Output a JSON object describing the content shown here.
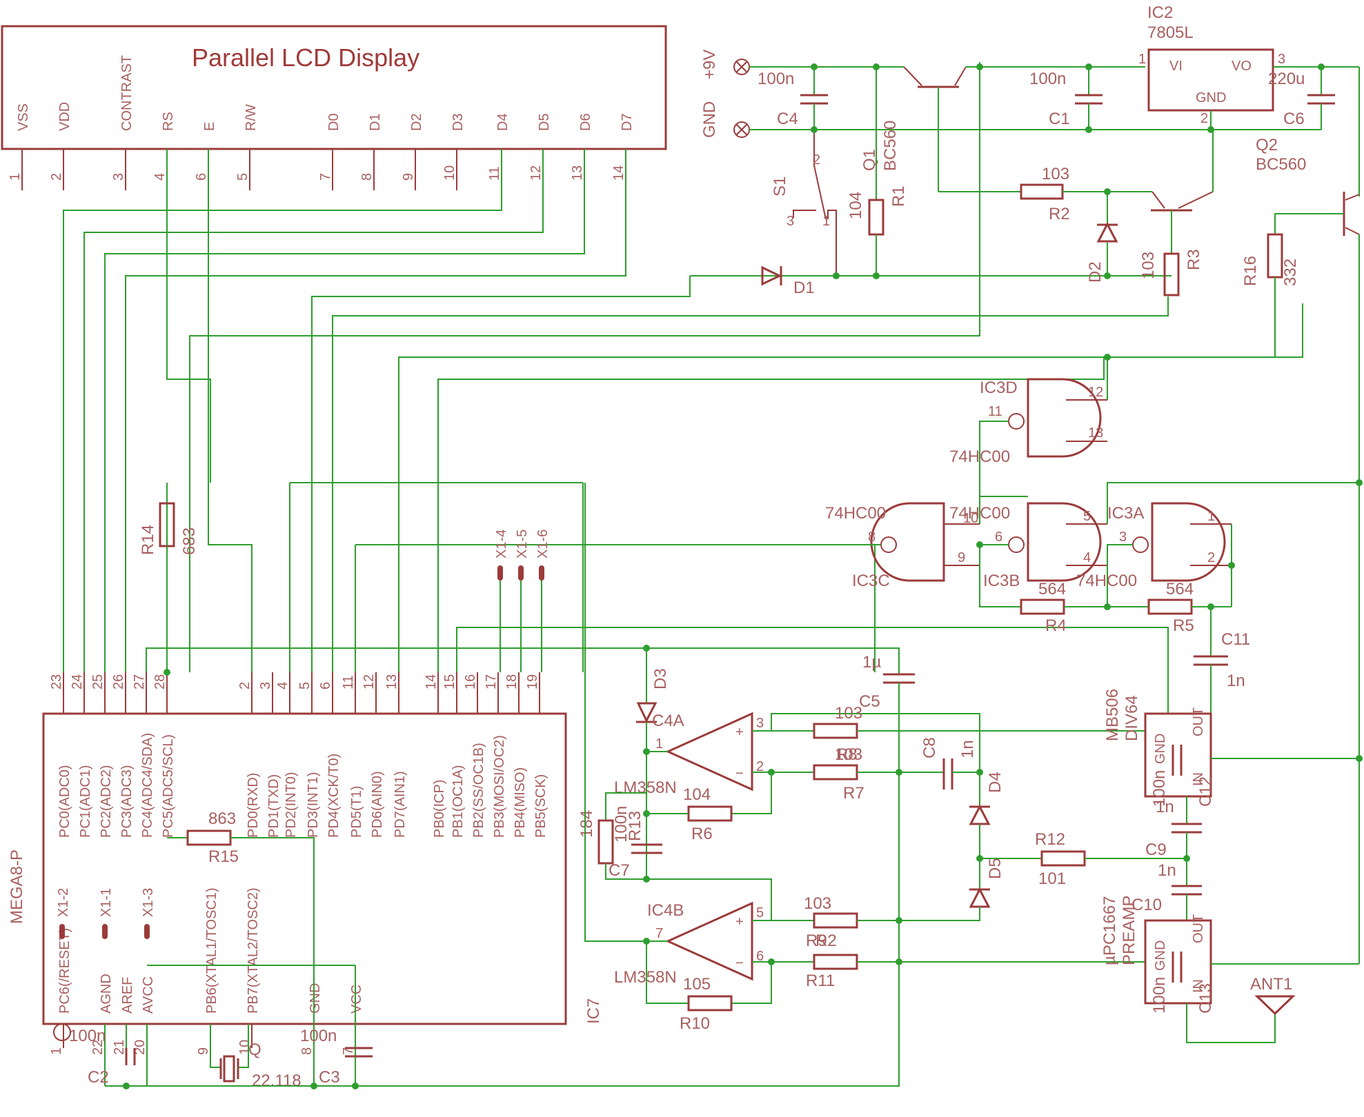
{
  "lcd": {
    "title": "Parallel LCD Display",
    "pins": [
      {
        "name": "VSS",
        "num": "1"
      },
      {
        "name": "VDD",
        "num": "2"
      },
      {
        "name": "CONTRAST",
        "num": "3"
      },
      {
        "name": "RS",
        "num": "4"
      },
      {
        "name": "E",
        "num": "6"
      },
      {
        "name": "R/W",
        "num": "5"
      },
      {
        "name": "D0",
        "num": "7"
      },
      {
        "name": "D1",
        "num": "8"
      },
      {
        "name": "D2",
        "num": "9"
      },
      {
        "name": "D3",
        "num": "10"
      },
      {
        "name": "D4",
        "num": "11"
      },
      {
        "name": "D5",
        "num": "12"
      },
      {
        "name": "D6",
        "num": "13"
      },
      {
        "name": "D7",
        "num": "14"
      }
    ]
  },
  "mcu": {
    "name": "MEGA8-P",
    "top_pins": [
      {
        "name": "PC0(ADC0)",
        "num": "23"
      },
      {
        "name": "PC1(ADC1)",
        "num": "24"
      },
      {
        "name": "PC2(ADC2)",
        "num": "25"
      },
      {
        "name": "PC3(ADC3)",
        "num": "26"
      },
      {
        "name": "PC4(ADC4/SDA)",
        "num": "27"
      },
      {
        "name": "PC5(ADC5/SCL)",
        "num": "28"
      },
      {
        "name": "PD0(RXD)",
        "num": "2"
      },
      {
        "name": "PD1(TXD)",
        "num": "3"
      },
      {
        "name": "PD2(INT0)",
        "num": "4"
      },
      {
        "name": "PD3(INT1)",
        "num": "5"
      },
      {
        "name": "PD4(XCK/T0)",
        "num": "6"
      },
      {
        "name": "PD5(T1)",
        "num": "11"
      },
      {
        "name": "PD6(AIN0)",
        "num": "12"
      },
      {
        "name": "PD7(AIN1)",
        "num": "13"
      },
      {
        "name": "PB0(ICP)",
        "num": "14"
      },
      {
        "name": "PB1(OC1A)",
        "num": "15"
      },
      {
        "name": "PB2(SS/OC1B)",
        "num": "16"
      },
      {
        "name": "PB3(MOSI/OC2)",
        "num": "17"
      },
      {
        "name": "PB4(MISO)",
        "num": "18"
      },
      {
        "name": "PB5(SCK)",
        "num": "19"
      }
    ],
    "bottom_pins": [
      {
        "name": "PC6(/RESET)",
        "num": "1"
      },
      {
        "name": "AGND",
        "num": "22"
      },
      {
        "name": "AREF",
        "num": "21"
      },
      {
        "name": "AVCC",
        "num": "20"
      },
      {
        "name": "PB6(XTAL1/TOSC1)",
        "num": "9"
      },
      {
        "name": "PB7(XTAL2/TOSC2)",
        "num": "10"
      },
      {
        "name": "GND",
        "num": "8"
      },
      {
        "name": "VCC",
        "num": "7"
      }
    ],
    "x1_top": [
      "X1-4",
      "X1-5",
      "X1-6"
    ],
    "x1_bottom": [
      "X1-2",
      "X1-1",
      "X1-3"
    ]
  },
  "power": {
    "in_pos": "+9V",
    "in_gnd": "GND",
    "c4": {
      "name": "C4",
      "value": "100n"
    },
    "c1": {
      "name": "C1",
      "value": "100n"
    },
    "c6": {
      "name": "C6",
      "value": "220u"
    },
    "ic2": {
      "name": "IC2",
      "part": "7805L",
      "vi": "VI",
      "vo": "VO",
      "gnd": "GND",
      "p1": "1",
      "p2": "2",
      "p3": "3"
    },
    "q1": {
      "name": "Q1",
      "part": "BC560"
    },
    "q2": {
      "name": "Q2",
      "part": "BC560"
    },
    "r1": {
      "name": "R1",
      "value": "104"
    },
    "r2": {
      "name": "R2",
      "value": "103"
    },
    "r3": {
      "name": "R3",
      "value": "103"
    },
    "r16": {
      "name": "R16",
      "value": "332"
    },
    "s1": {
      "name": "S1",
      "p2": "2",
      "p3": "3",
      "p1": "1"
    },
    "d1": "D1",
    "d2": "D2"
  },
  "logic": {
    "part": "74HC00",
    "ic3d": {
      "name": "IC3D",
      "p11": "11",
      "p12": "12",
      "p13": "13"
    },
    "ic3c": {
      "name": "IC3C",
      "p8": "8",
      "p9": "9",
      "p10": "10"
    },
    "ic3b": {
      "name": "IC3B",
      "p4": "4",
      "p5": "5",
      "p6": "6"
    },
    "ic3a": {
      "name": "IC3A",
      "p1": "1",
      "p2": "2",
      "p3": "3"
    },
    "r4": {
      "name": "R4",
      "value": "564"
    },
    "r5": {
      "name": "R5",
      "value": "564"
    },
    "c11": {
      "name": "C11",
      "value": "1n"
    }
  },
  "analog": {
    "r14": {
      "name": "R14",
      "value": "683"
    },
    "r15": {
      "name": "R15",
      "value": "863"
    },
    "c5": {
      "name": "C5",
      "value": "1µ"
    },
    "d3": "D3",
    "d4": "D4",
    "d5": "D5",
    "ic4a": {
      "name": "C4A",
      "part": "LM358N",
      "p1": "1",
      "p2": "2",
      "p3": "3"
    },
    "ic4b": {
      "name": "IC4B",
      "part": "LM358N",
      "p5": "5",
      "p6": "6",
      "p7": "7"
    },
    "r6": {
      "name": "R6",
      "value": "104"
    },
    "r7": {
      "name": "R7",
      "value": "103"
    },
    "r8": {
      "name": "R8",
      "value": "103"
    },
    "r9": {
      "name": "R9",
      "value": "103"
    },
    "r10": {
      "name": "R10",
      "value": "105"
    },
    "r11": {
      "name": "R11",
      "value": "R11"
    },
    "r12": {
      "name": "R12",
      "value": "101"
    },
    "r13": {
      "name": "R13",
      "value": "184"
    },
    "c7": {
      "name": "C7",
      "value": "100n"
    },
    "c8": {
      "name": "C8",
      "value": "1n"
    },
    "ic7": "IC7",
    "r9_label": "R9",
    "r11_value": "R2"
  },
  "rf": {
    "mb506": {
      "line1": "MB506",
      "line2": "DIV64",
      "in": "IN",
      "out": "OUT",
      "gnd": "GND"
    },
    "c12": {
      "name": "C12",
      "value": "100n"
    },
    "c9": {
      "name": "C9",
      "value": "1n"
    },
    "c9b": {
      "value": "1n"
    },
    "upc": {
      "line1": "µPC1667",
      "line2": "PREAMP",
      "in": "IN",
      "out": "OUT",
      "gnd": "GND"
    },
    "c13": {
      "name": "C13",
      "value": "100n"
    },
    "c10": "C10",
    "ant": "ANT1"
  },
  "bottom": {
    "c2": {
      "name": "C2",
      "value": "100n"
    },
    "c3": {
      "name": "C3",
      "value": "100n"
    },
    "q": {
      "name": "Q",
      "value": "22.118"
    }
  }
}
